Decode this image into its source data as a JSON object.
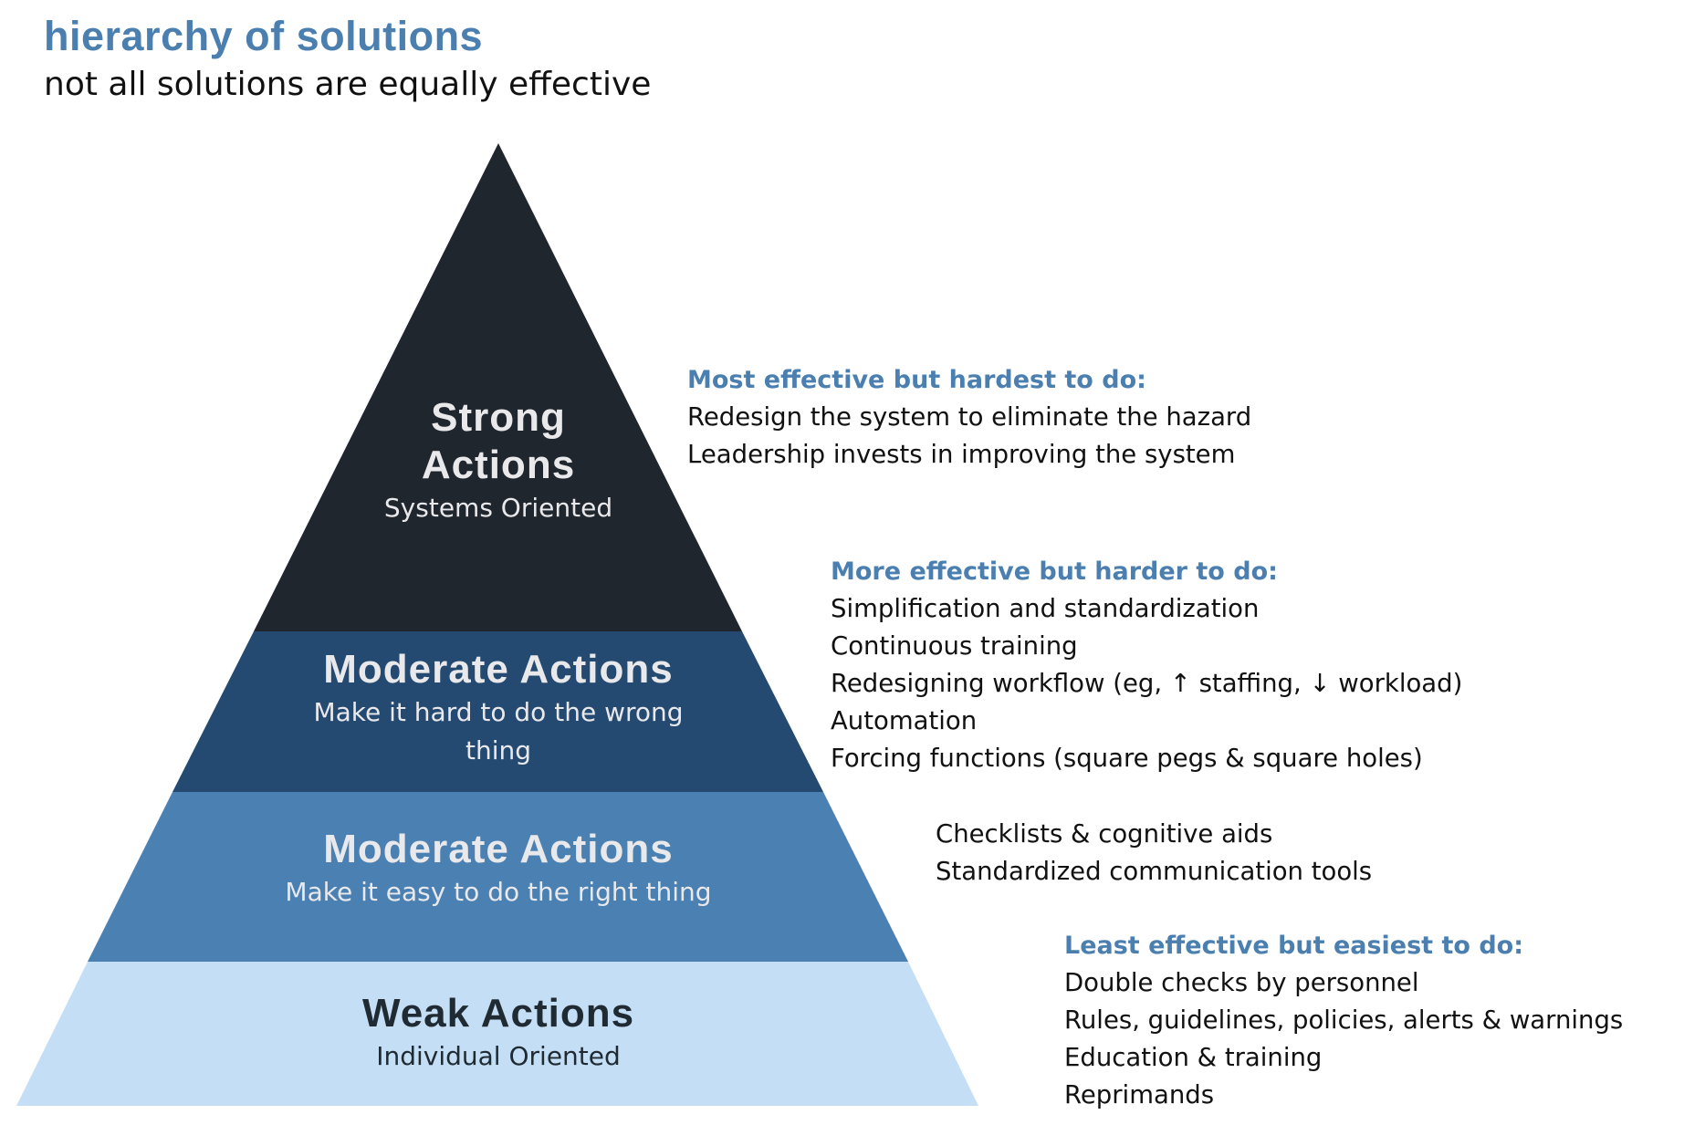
{
  "header": {
    "title": "hierarchy of solutions",
    "subtitle": "not all solutions are equally effective"
  },
  "colors": {
    "accent": "#4a7fb0",
    "tier_strong": "#1f262d",
    "tier_moderate_hard": "#244a71",
    "tier_moderate_easy": "#4a80b2",
    "tier_weak": "#c4dff5"
  },
  "pyramid": {
    "tiers": [
      {
        "heading_lines": [
          "Strong",
          "Actions"
        ],
        "subtitle_lines": [
          "Systems Oriented"
        ]
      },
      {
        "heading_lines": [
          "Moderate Actions"
        ],
        "subtitle_lines": [
          "Make it hard to do the wrong",
          "thing"
        ]
      },
      {
        "heading_lines": [
          "Moderate Actions"
        ],
        "subtitle_lines": [
          "Make it easy to do the right thing"
        ]
      },
      {
        "heading_lines": [
          "Weak Actions"
        ],
        "subtitle_lines": [
          "Individual Oriented"
        ]
      }
    ]
  },
  "annotations": [
    {
      "heading": "Most effective but hardest to do:",
      "items": [
        "Redesign the system to eliminate the hazard",
        "Leadership invests in improving the system"
      ]
    },
    {
      "heading": "More effective but harder to do:",
      "items": [
        "Simplification and standardization",
        "Continuous training",
        "Redesigning workflow (eg, ↑ staffing, ↓ workload)",
        "Automation",
        "Forcing functions (square pegs & square holes)"
      ]
    },
    {
      "heading": "",
      "items": [
        "Checklists & cognitive aids",
        "Standardized communication tools"
      ]
    },
    {
      "heading": "Least effective but easiest to do:",
      "items": [
        "Double checks by personnel",
        "Rules, guidelines, policies, alerts & warnings",
        "Education & training",
        "Reprimands"
      ]
    }
  ]
}
